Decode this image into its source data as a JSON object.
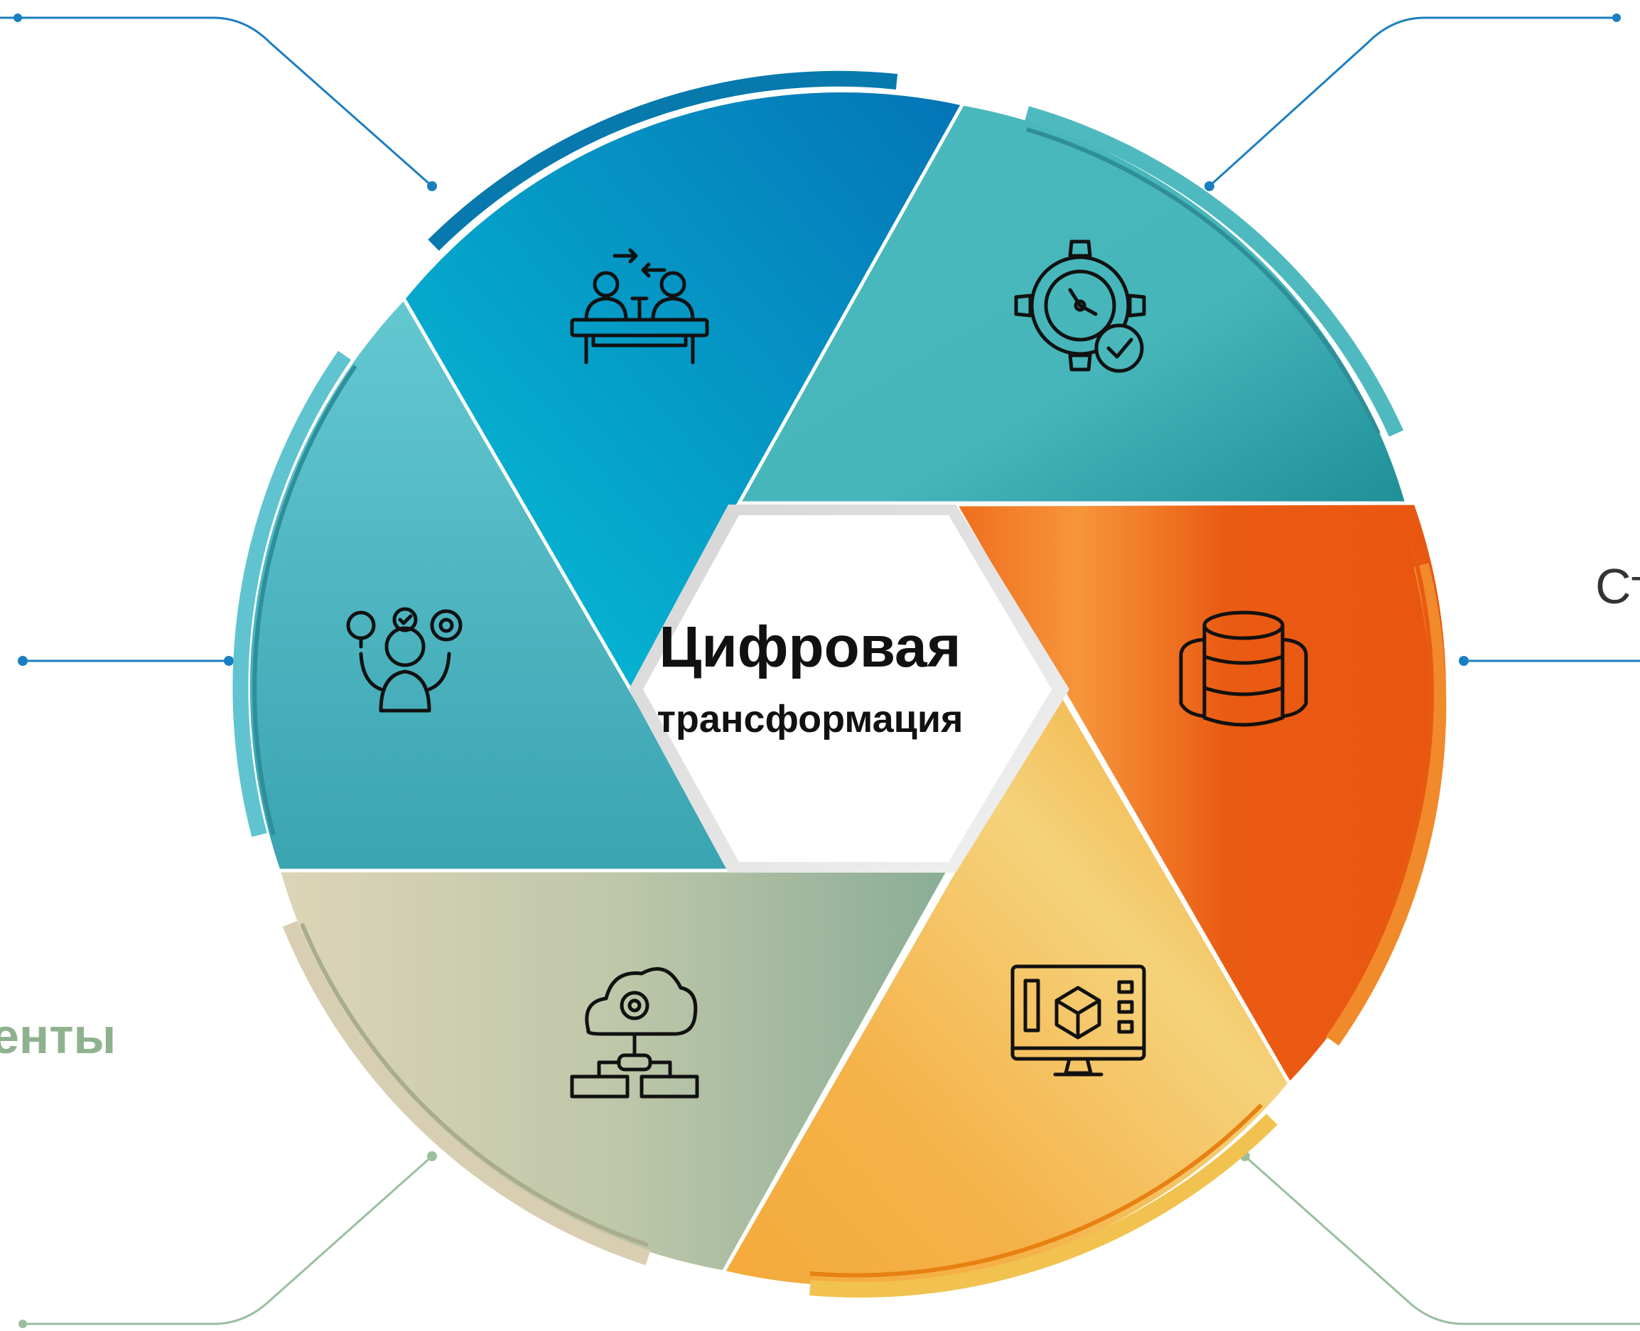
{
  "center": {
    "title": "Цифровая",
    "subtitle": "трансформация"
  },
  "side_labels": {
    "right_partial": "Ст",
    "left_partial": "енты"
  },
  "segments": [
    {
      "icon": "negotiation-icon",
      "color_light": "#04c2d8",
      "color_dark": "#0473b5"
    },
    {
      "icon": "gear-gauge-icon",
      "color_light": "#4ebfc2",
      "color_dark": "#2e9fa6"
    },
    {
      "icon": "database-icon",
      "color_light": "#f5913a",
      "color_dark": "#e65512"
    },
    {
      "icon": "3d-monitor-icon",
      "color_light": "#f5d277",
      "color_dark": "#f0a02a"
    },
    {
      "icon": "cloud-network-icon",
      "color_light": "#d9d3b8",
      "color_dark": "#8fb096"
    },
    {
      "icon": "person-ideas-icon",
      "color_light": "#62c6cf",
      "color_dark": "#3ba3b0"
    }
  ],
  "colors": {
    "connector_blue": "#1a7fc0",
    "connector_green": "#9abf9f",
    "label_green": "#8fb28e"
  }
}
